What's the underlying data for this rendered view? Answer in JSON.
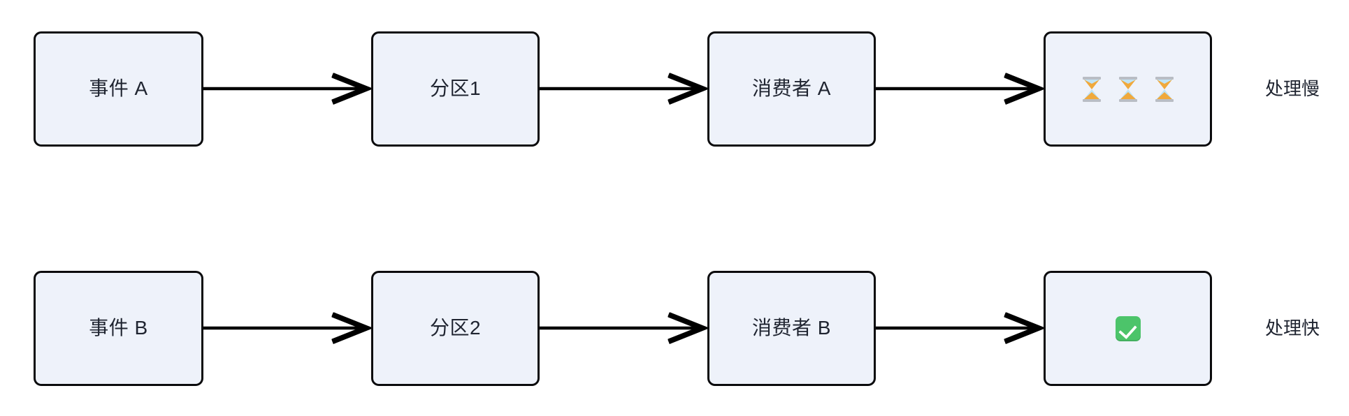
{
  "diagram": {
    "title": "Kafka partition consumer lag flow",
    "background": "#ffffff",
    "node_fill": "#eef2fa",
    "node_stroke": "#0b0b0d",
    "text_color": "#1f2430",
    "edge_color": "#000000"
  },
  "rows": [
    {
      "id": "row-slow",
      "annotation": "处理慢",
      "nodes": [
        {
          "id": "event-a",
          "label": "事件 A",
          "kind": "text"
        },
        {
          "id": "partition-1",
          "label": "分区1",
          "kind": "text"
        },
        {
          "id": "consumer-a",
          "label": "消费者 A",
          "kind": "text"
        },
        {
          "id": "status-a",
          "label": "⌛ ⌛ ⌛",
          "kind": "hourglass",
          "count": 3
        }
      ]
    },
    {
      "id": "row-fast",
      "annotation": "处理快",
      "nodes": [
        {
          "id": "event-b",
          "label": "事件 B",
          "kind": "text"
        },
        {
          "id": "partition-2",
          "label": "分区2",
          "kind": "text"
        },
        {
          "id": "consumer-b",
          "label": "消费者 B",
          "kind": "text"
        },
        {
          "id": "status-b",
          "label": "✅",
          "kind": "check",
          "count": 1
        }
      ]
    }
  ],
  "edges": [
    {
      "from": "事件 A",
      "to": "分区1",
      "label": ""
    },
    {
      "from": "分区1",
      "to": "消费者 A",
      "label": ""
    },
    {
      "from": "消费者 A",
      "to": "⌛ ⌛ ⌛",
      "label": ""
    },
    {
      "from": "事件 B",
      "to": "分区2",
      "label": ""
    },
    {
      "from": "分区2",
      "to": "消费者 B",
      "label": ""
    },
    {
      "from": "消费者 B",
      "to": "✅",
      "label": ""
    }
  ],
  "icons": {
    "hourglass": "hourglass-icon",
    "check": "check-mark-icon",
    "arrow": "arrow-right-icon"
  }
}
